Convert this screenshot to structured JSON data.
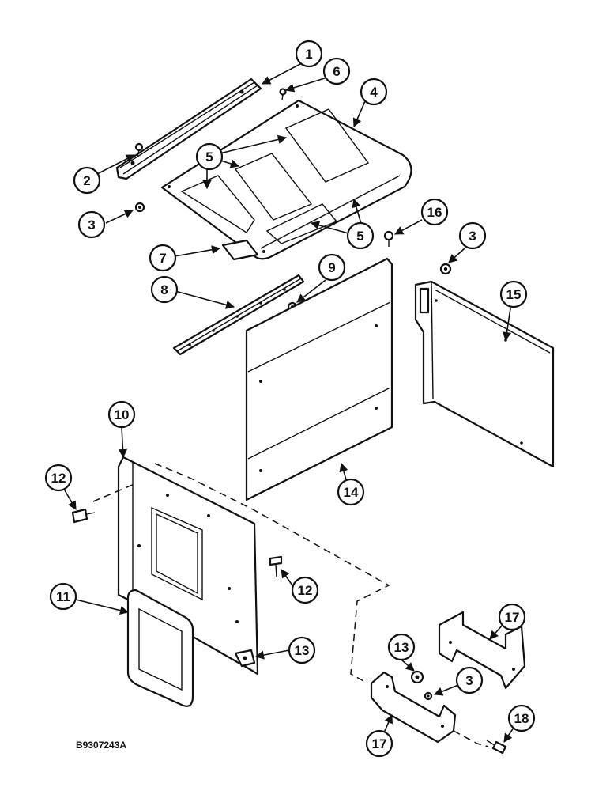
{
  "figure_id": "B9307243A",
  "callouts": [
    "1",
    "2",
    "3",
    "4",
    "5",
    "6",
    "7",
    "8",
    "9",
    "10",
    "11",
    "12",
    "13",
    "14",
    "15",
    "16",
    "17",
    "18"
  ]
}
